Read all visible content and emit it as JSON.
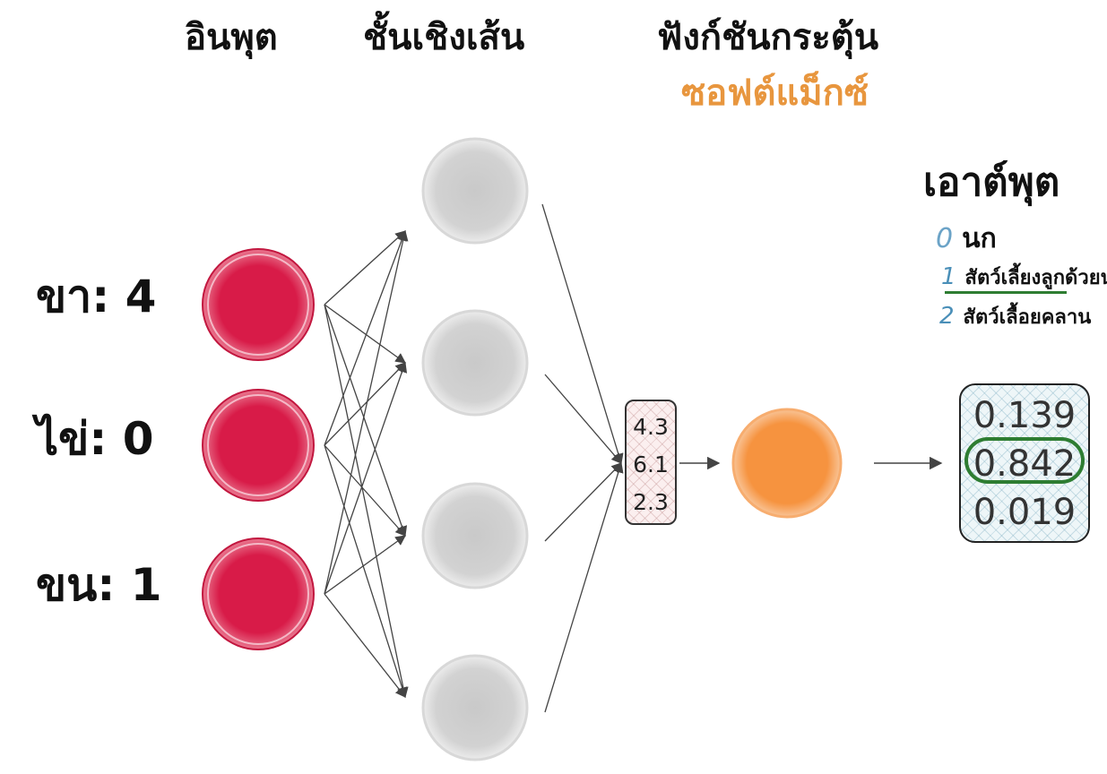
{
  "headers": {
    "input": "อินพุต",
    "linear": "ชั้นเชิงเส้น",
    "activation": "ฟังก์ชันกระตุ้น",
    "softmax": "ซอฟต์แม็กซ์",
    "output": "เอาต์พุต"
  },
  "inputs": [
    {
      "label": "ขา: 4"
    },
    {
      "label": "ไข่: 0"
    },
    {
      "label": "ขน: 1"
    }
  ],
  "legend": [
    {
      "index": "0",
      "label": "นก",
      "color": "#6ba3c7"
    },
    {
      "index": "1",
      "label": "สัตว์เลี้ยงลูกด้วยนม",
      "color": "#4a8fb8"
    },
    {
      "index": "2",
      "label": "สัตว์เลื้อยคลาน",
      "color": "#4a8fb8"
    }
  ],
  "logits": [
    "4.3",
    "6.1",
    "2.3"
  ],
  "probabilities": [
    "0.139",
    "0.842",
    "0.019"
  ],
  "colors": {
    "input_node": "#d81b48",
    "hidden_node": "#cfcfcf",
    "softmax_node": "#f6933f",
    "softmax_text": "#e8963e",
    "highlight": "#2e7d32"
  }
}
